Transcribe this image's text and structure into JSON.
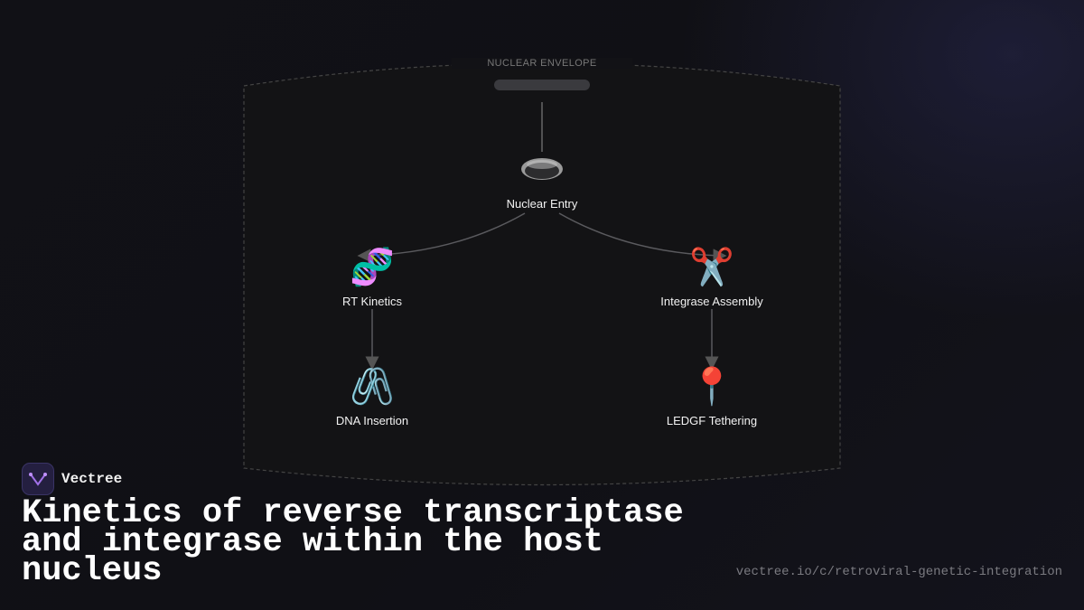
{
  "diagram": {
    "envelope_label": "NUCLEAR ENVELOPE",
    "nodes": [
      {
        "id": "nuclear-entry",
        "label": "Nuclear Entry",
        "icon": "pore-icon"
      },
      {
        "id": "rt-kinetics",
        "label": "RT Kinetics",
        "icon": "dna-icon",
        "glyph": "🧬"
      },
      {
        "id": "integrase-assembly",
        "label": "Integrase Assembly",
        "icon": "scissors-icon",
        "glyph": "✂️"
      },
      {
        "id": "dna-insertion",
        "label": "DNA Insertion",
        "icon": "paperclips-icon",
        "glyph": "🖇️"
      },
      {
        "id": "ledgf-tethering",
        "label": "LEDGF Tethering",
        "icon": "pushpin-icon",
        "glyph": "📍"
      }
    ],
    "edges": [
      {
        "from": "nuclear-entry",
        "to": "rt-kinetics"
      },
      {
        "from": "nuclear-entry",
        "to": "integrase-assembly"
      },
      {
        "from": "rt-kinetics",
        "to": "dna-insertion"
      },
      {
        "from": "integrase-assembly",
        "to": "ledgf-tethering"
      }
    ]
  },
  "brand": {
    "name": "Vectree",
    "logo_icon": "vectree-logo-icon"
  },
  "title": "Kinetics of reverse transcriptase and integrase within the host nucleus",
  "url": "vectree.io/c/retroviral-genetic-integration",
  "colors": {
    "background": "#111116",
    "edge": "#5a5a5e",
    "text": "#f2f2f2",
    "brand_bg": "#241f40"
  }
}
